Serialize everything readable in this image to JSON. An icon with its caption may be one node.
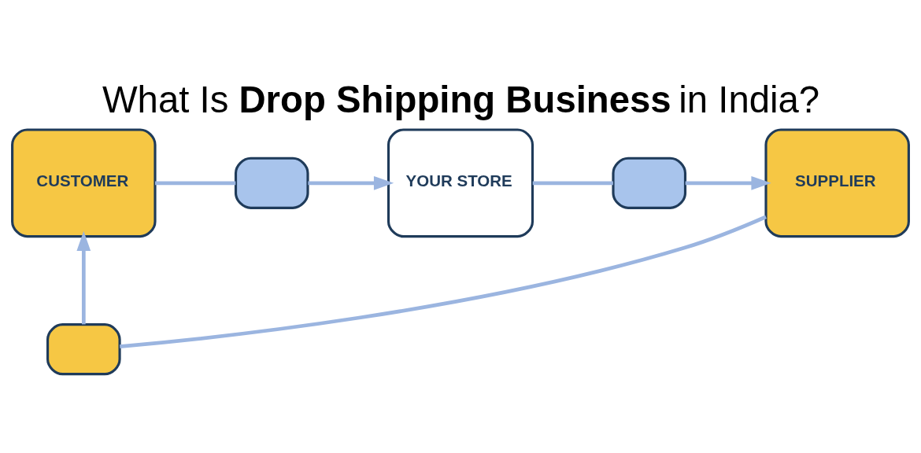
{
  "diagram": {
    "title": "What Is **Drop Shipping Business** in India?",
    "nodes": [
      {
        "text": [
          "CUSTOMER"
        ]
      },
      {
        "text": [],
        "shape": "box"
      },
      {
        "text": [
          "YOUR STORE"
        ]
      },
      {
        "text": [],
        "shape": "box"
      },
      {
        "text": [
          "SUPPLIER"
        ]
      },
      {
        "text": [],
        "shape": "box"
      }
    ],
    "edges": [
      {
        "from": 0,
        "to": 1,
        "arrow": "none"
      },
      {
        "from": 1,
        "to": 2,
        "arrow": "to"
      },
      {
        "from": 2,
        "to": 3,
        "arrow": "none"
      },
      {
        "from": 3,
        "to": 4,
        "arrow": "to"
      },
      {
        "from": 4,
        "to": 5,
        "arrow": "none"
      },
      {
        "from": 5,
        "to": 0,
        "arrow": "to"
      }
    ]
  }
}
